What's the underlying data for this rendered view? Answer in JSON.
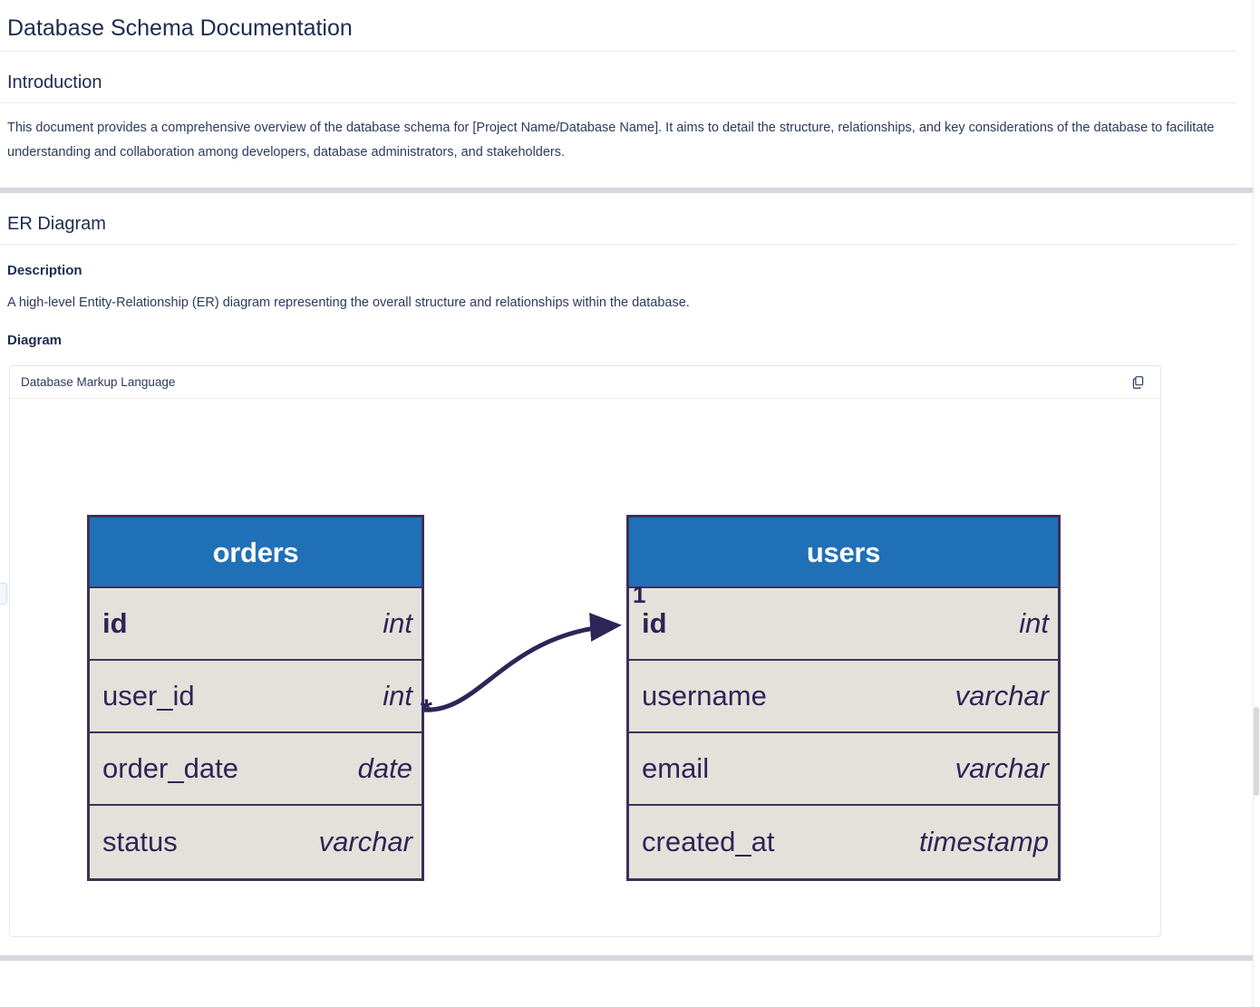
{
  "document": {
    "title": "Database Schema Documentation",
    "sections": [
      {
        "heading": "Introduction",
        "body": "This document provides a comprehensive overview of the database schema for [Project Name/Database Name]. It aims to detail the structure, relationships, and key considerations of the database to facilitate understanding and collaboration among developers, database administrators, and stakeholders."
      },
      {
        "heading": "ER Diagram",
        "description_label": "Description",
        "description": "A high-level Entity-Relationship (ER) diagram representing the overall structure and relationships within the database.",
        "diagram_label": "Diagram"
      }
    ]
  },
  "code_block": {
    "language_label": "Database Markup Language",
    "copy_icon": "copy-icon"
  },
  "er_diagram": {
    "colors": {
      "entity_header": "#2070b8",
      "entity_row": "#e4e1da",
      "entity_border": "#3b3158",
      "text": "#2c2557",
      "relationship_line": "#2c2557"
    },
    "entities": [
      {
        "name": "orders",
        "columns": [
          {
            "name": "id",
            "type": "int",
            "primary_key": true
          },
          {
            "name": "user_id",
            "type": "int",
            "primary_key": false
          },
          {
            "name": "order_date",
            "type": "date",
            "primary_key": false
          },
          {
            "name": "status",
            "type": "varchar",
            "primary_key": false
          }
        ]
      },
      {
        "name": "users",
        "columns": [
          {
            "name": "id",
            "type": "int",
            "primary_key": true
          },
          {
            "name": "username",
            "type": "varchar",
            "primary_key": false
          },
          {
            "name": "email",
            "type": "varchar",
            "primary_key": false
          },
          {
            "name": "created_at",
            "type": "timestamp",
            "primary_key": false
          }
        ]
      }
    ],
    "relationships": [
      {
        "from_entity": "orders",
        "from_column": "user_id",
        "from_cardinality": "*",
        "to_entity": "users",
        "to_column": "id",
        "to_cardinality": "1"
      }
    ]
  }
}
